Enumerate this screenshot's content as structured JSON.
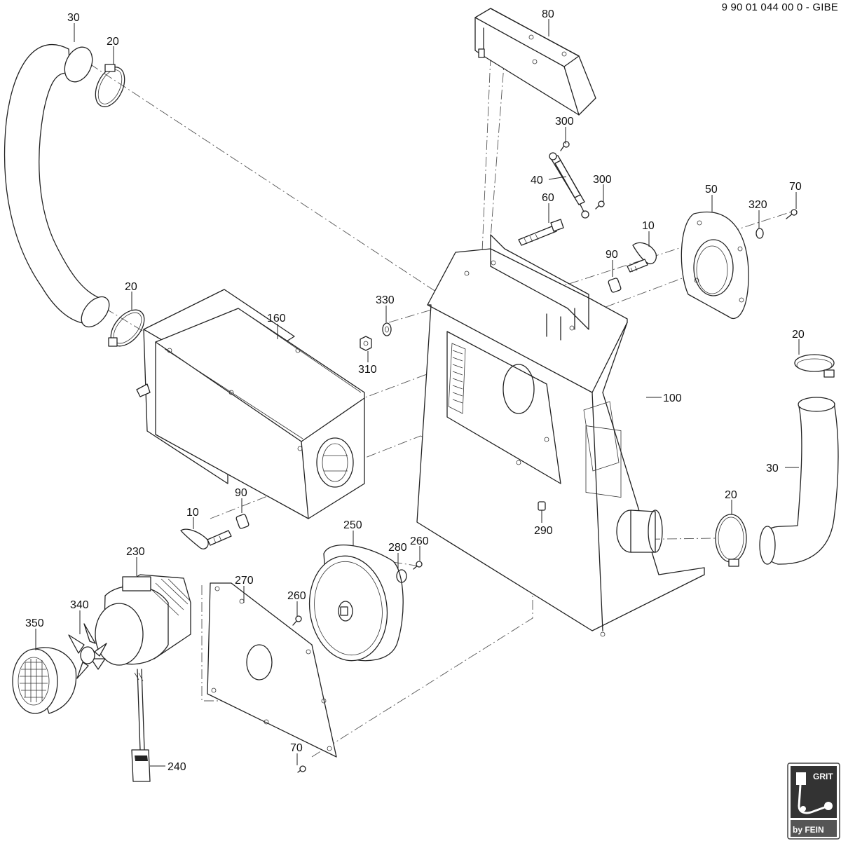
{
  "document_number": "9 90 01 044 00 0 - GIBE",
  "logo": {
    "top_text": "GRIT",
    "bottom_text": "by FEIN"
  },
  "labels": {
    "l30a": "30",
    "l20a": "20",
    "l20b": "20",
    "l80": "80",
    "l300a": "300",
    "l40": "40",
    "l300b": "300",
    "l60": "60",
    "l10a": "10",
    "l90a": "90",
    "l50": "50",
    "l320": "320",
    "l70a": "70",
    "l330": "330",
    "l310": "310",
    "l160": "160",
    "l100": "100",
    "l20c": "20",
    "l30b": "30",
    "l20d": "20",
    "l290": "290",
    "l10b": "10",
    "l90b": "90",
    "l250": "250",
    "l280": "280",
    "l260a": "260",
    "l230": "230",
    "l270": "270",
    "l260b": "260",
    "l340": "340",
    "l350": "350",
    "l240": "240",
    "l70b": "70"
  }
}
